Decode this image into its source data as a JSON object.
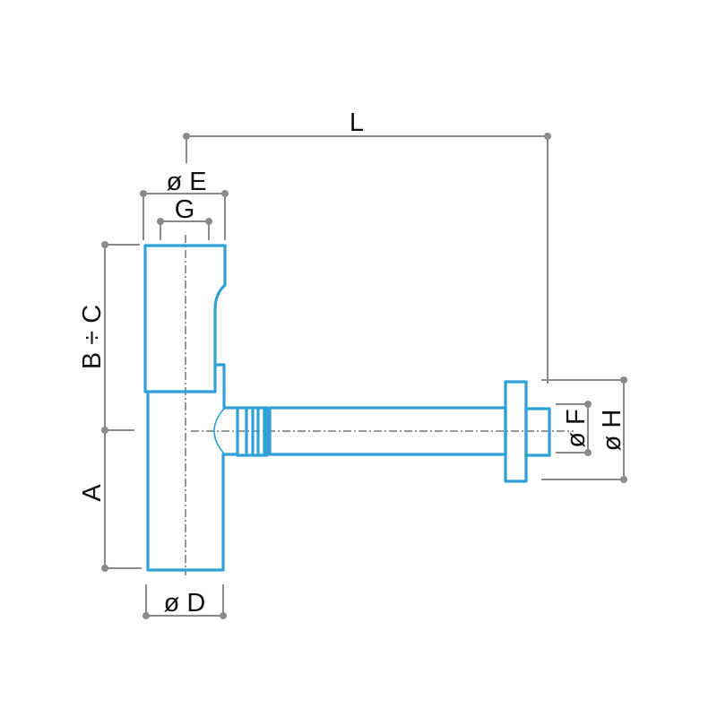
{
  "diagram": {
    "title": "Siphon dimension drawing",
    "colors": {
      "part": "#2fa0d6",
      "dimension": "#8a8a8a",
      "text": "#111111"
    },
    "labels": {
      "L": "L",
      "E": "ø E",
      "G": "G",
      "BC": "B ÷ C",
      "A": "A",
      "D": "ø D",
      "F": "ø F",
      "H": "ø H"
    }
  }
}
